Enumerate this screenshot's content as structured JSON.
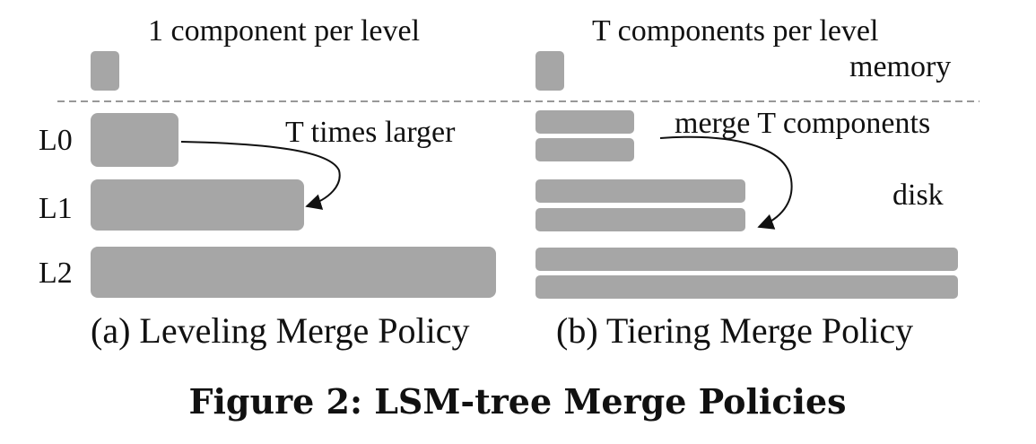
{
  "colors": {
    "component_fill": "#a6a6a6",
    "text": "#111111",
    "divider": "#777777",
    "background": "#ffffff"
  },
  "leveling": {
    "header": "1 component per level",
    "arrow_label": "T times larger",
    "caption": "(a) Leveling Merge Policy"
  },
  "tiering": {
    "header": "T components per level",
    "memory_label": "memory",
    "arrow_label": "merge T components",
    "disk_label": "disk",
    "caption": "(b) Tiering Merge Policy"
  },
  "levels": [
    "L0",
    "L1",
    "L2"
  ],
  "figure_caption": "Figure 2: LSM-tree Merge Policies"
}
